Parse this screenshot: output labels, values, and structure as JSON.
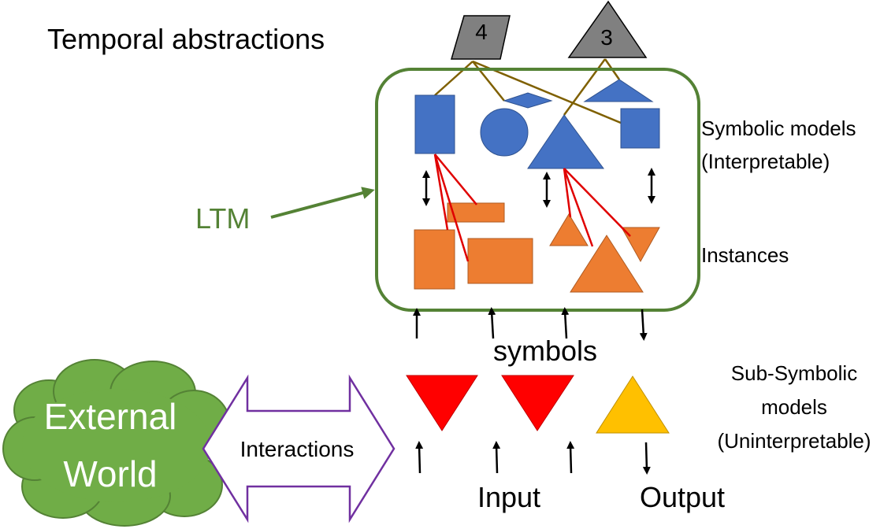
{
  "title": "Temporal abstractions",
  "labels": {
    "ltm": "LTM",
    "symbolic_line1": "Symbolic models",
    "symbolic_line2": "(Interpretable)",
    "instances": "Instances",
    "symbols": "symbols",
    "subsymbolic_line1": "Sub-Symbolic",
    "subsymbolic_line2": "models",
    "subsymbolic_line3": "(Uninterpretable)",
    "external_line1": "External",
    "external_line2": "World",
    "interactions": "Interactions",
    "input": "Input",
    "output": "Output"
  },
  "abstractions": [
    {
      "shape": "parallelogram",
      "label": "4"
    },
    {
      "shape": "triangle",
      "label": "3"
    }
  ],
  "colors": {
    "ltm_border": "#548235",
    "symbolic_blue": "#4472c4",
    "instance_orange": "#ed7d31",
    "abstraction_gray": "#808080",
    "abstraction_link": "#7f6000",
    "instance_link": "#e00000",
    "subsymbolic_red": "#ff0000",
    "subsymbolic_yellow": "#ffc000",
    "cloud_green": "#70ad47",
    "interactions_border": "#7030a0"
  }
}
